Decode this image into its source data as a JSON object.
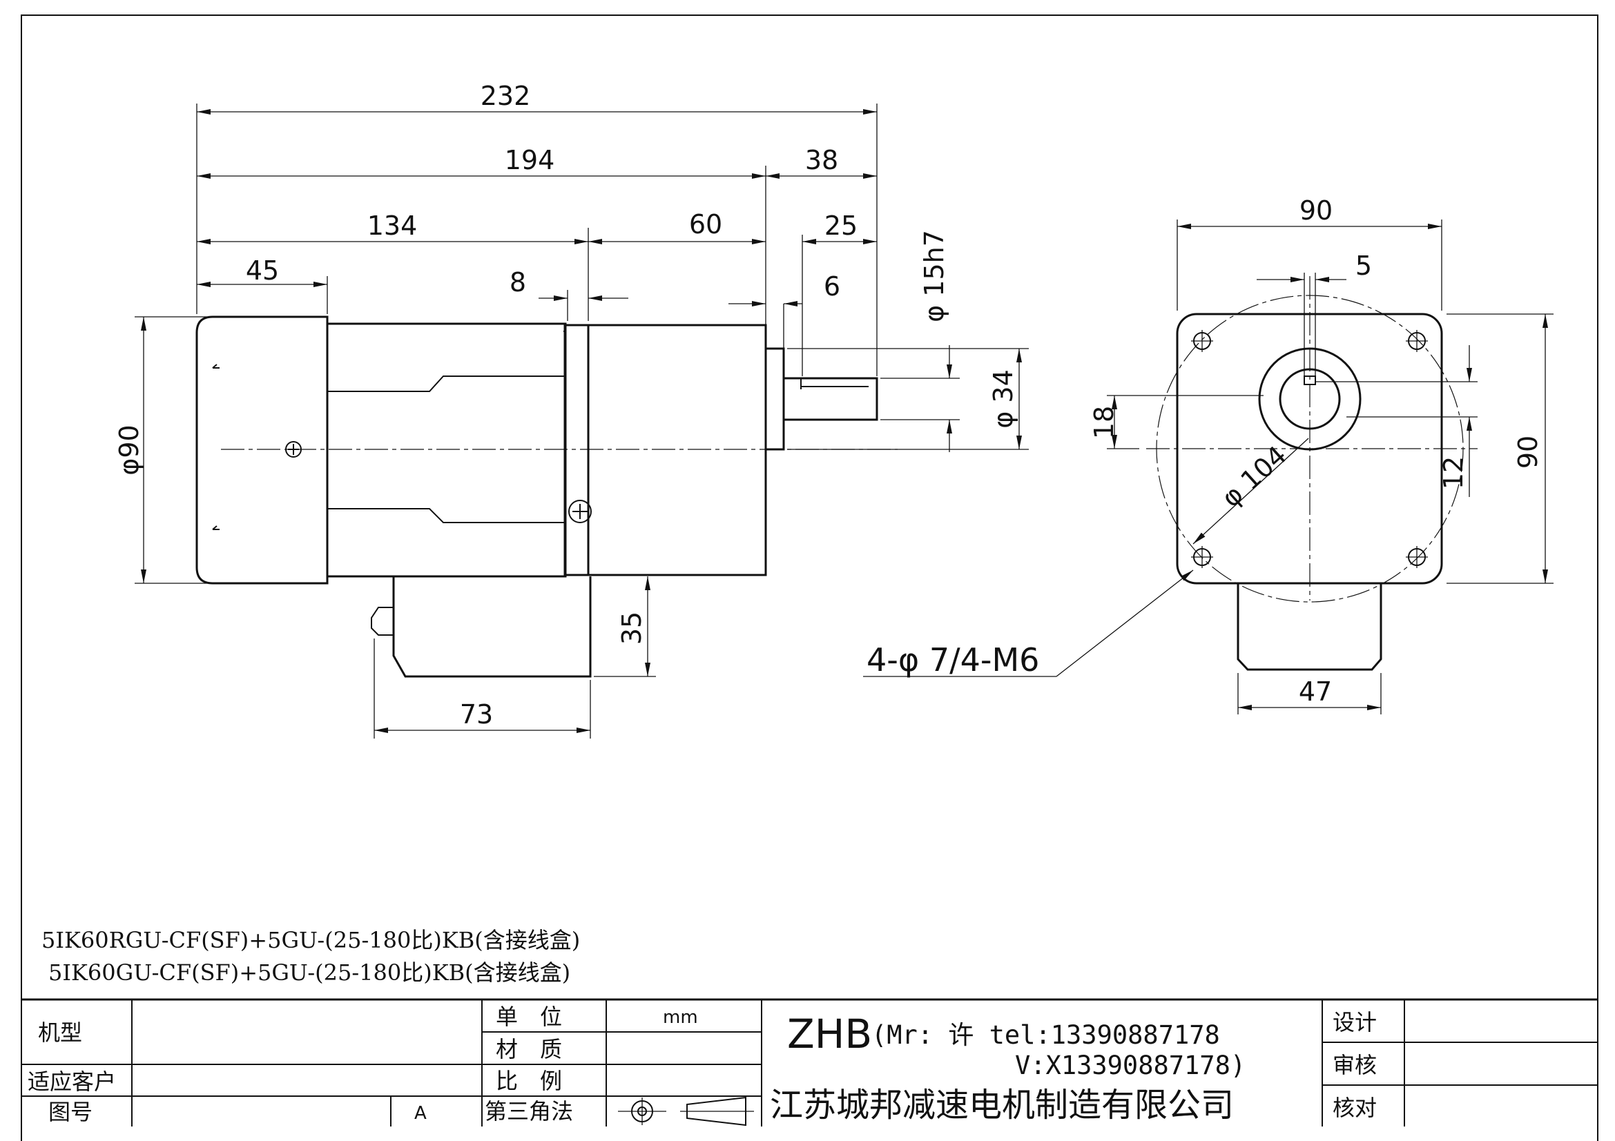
{
  "dimensions": {
    "total_length": "232",
    "body_length": "194",
    "shaft_total": "38",
    "motor_length": "134",
    "flange_length": "60",
    "shaft_length": "25",
    "rear_cap": "45",
    "flange_thickness": "8",
    "boss_length": "6",
    "height_diameter": "φ90",
    "shaft_diameter": "φ 15h7",
    "boss_diameter": "φ 34",
    "box_height": "35",
    "box_width": "73",
    "front_width": "90",
    "key_width": "5",
    "key_height": "18",
    "shaft_offset": "12",
    "front_height": "90",
    "bolt_circle": "φ 104",
    "bottom_box_width": "47",
    "holes_callout": "4-φ 7/4-M6"
  },
  "models": [
    "5IK60RGU-CF(SF)+5GU-(25-180比)KB(含接线盒)",
    "5IK60GU-CF(SF)+5GU-(25-180比)KB(含接线盒)"
  ],
  "title_block": {
    "label_model": "机型",
    "label_customer": "适应客户",
    "label_drawing_no": "图号",
    "drawing_no_rev": "A",
    "label_unit": "单　位",
    "unit_value": "mm",
    "label_material": "材　质",
    "label_scale": "比　例",
    "label_projection": "第三角法",
    "brand": "ZHB",
    "contact_line1": "(Mr: 许 tel:13390887178",
    "contact_line2": "V:X13390887178)",
    "company": "江苏城邦减速电机制造有限公司",
    "label_design": "设计",
    "label_review": "审核",
    "label_check": "核对"
  }
}
